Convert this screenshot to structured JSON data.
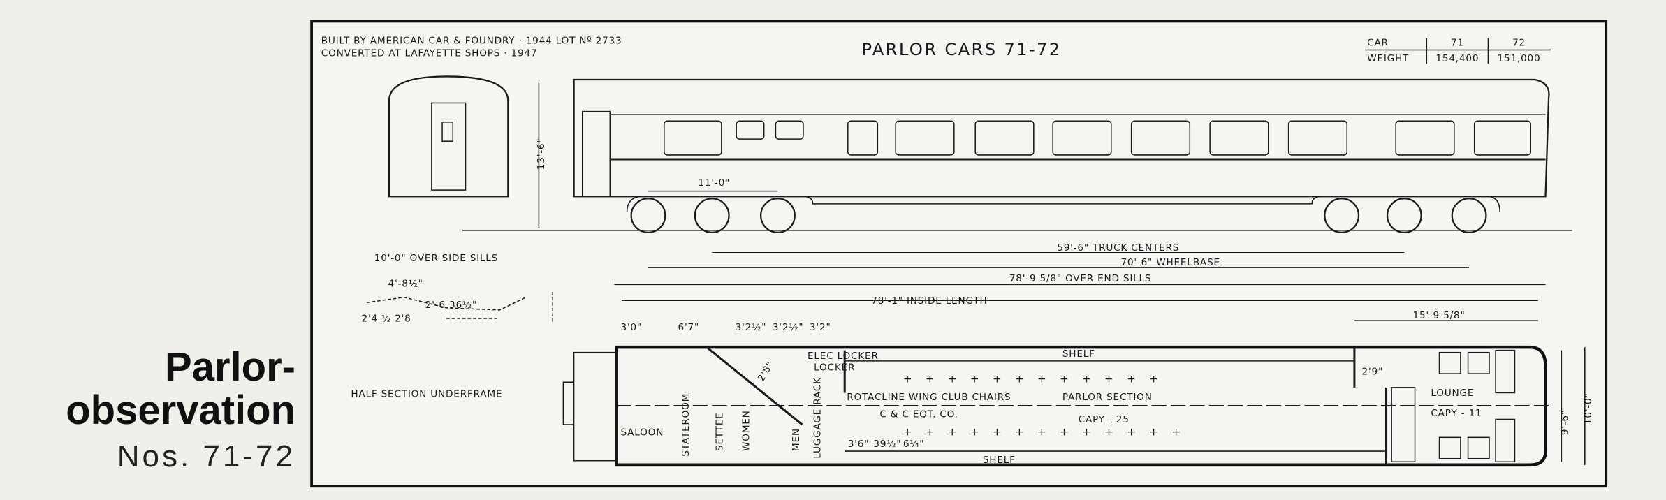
{
  "caption": {
    "title_line1": "Parlor-",
    "title_line2": "observation",
    "numbers": "Nos. 71-72"
  },
  "drawing": {
    "note_line1": "BUILT BY AMERICAN CAR & FOUNDRY · 1944  LOT Nº 2733",
    "note_line2": "CONVERTED AT LAFAYETTE SHOPS · 1947",
    "title": "PARLOR CARS 71-72",
    "weight_table": {
      "header_label": "CAR",
      "row_label": "WEIGHT",
      "cars": [
        "71",
        "72"
      ],
      "weights": [
        "154,400",
        "151,000"
      ]
    },
    "elevation": {
      "height": "13'-6\"",
      "truck_wheelbase": "11'-0\"",
      "truck_centers": "59'-6\" TRUCK CENTERS",
      "wheelbase": "70'-6\" WHEELBASE",
      "over_end_sills": "78'-9 5/8\" OVER END SILLS",
      "inside_length": "78'-1\" INSIDE LENGTH"
    },
    "underframe": {
      "side_sills": "10'-0\" OVER SIDE SILLS",
      "dim1": "4'-8½\"",
      "dim2": "2'-6  36½\"",
      "dim3": "2'4 ½ 2'8",
      "label": "HALF SECTION UNDERFRAME"
    },
    "plan": {
      "dims_top": [
        "3'0\"",
        "6'7\"",
        "3'2½\"",
        "3'2½\"",
        "3'2\""
      ],
      "lounge_length": "15'-9 5/8\"",
      "shelf": "SHELF",
      "elec_locker": "ELEC LOCKER",
      "locker": "LOCKER",
      "saloon": "SALOON",
      "stateroom": "STATEROOM",
      "settee": "SETTEE",
      "women": "WOMEN",
      "men": "MEN",
      "luggage_rack": "LUGGAGE RACK",
      "door_width": "2'8\"",
      "chairs": "ROTACLINE WING CLUB CHAIRS",
      "section": "PARLOR SECTION",
      "maker": "C & C EQT. CO.",
      "capacity": "CAPY - 25",
      "aisle": "2'9\"",
      "lounge": "LOUNGE",
      "lounge_capacity": "CAPY - 11",
      "chair_spacing": [
        "3'6\"",
        "39½\"",
        "6¼\""
      ],
      "inner_width": "9'-6\"",
      "outer_width": "10'-0\""
    }
  }
}
